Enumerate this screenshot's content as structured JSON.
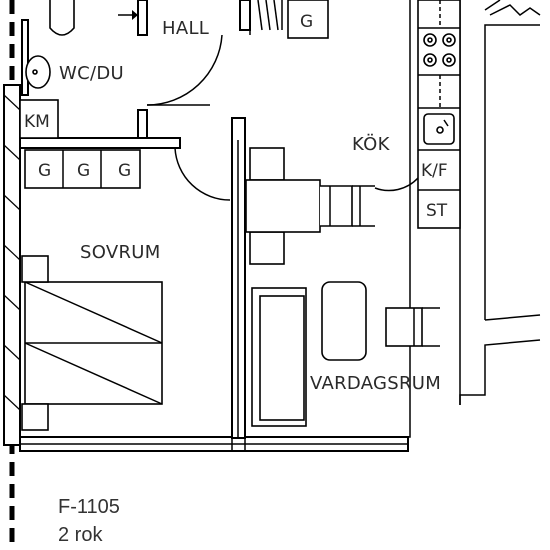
{
  "rooms": {
    "hall": "HALL",
    "wc": "WC/DU",
    "km": "KM",
    "kok": "KÖK",
    "kf": "K/F",
    "st": "ST",
    "sovrum": "SOVRUM",
    "vardagsrum": "VARDAGSRUM"
  },
  "storage": {
    "hall_g": "G",
    "wardrobe_g1": "G",
    "wardrobe_g2": "G",
    "wardrobe_g3": "G"
  },
  "caption": {
    "code": "F-1105",
    "type": "2 rok"
  }
}
